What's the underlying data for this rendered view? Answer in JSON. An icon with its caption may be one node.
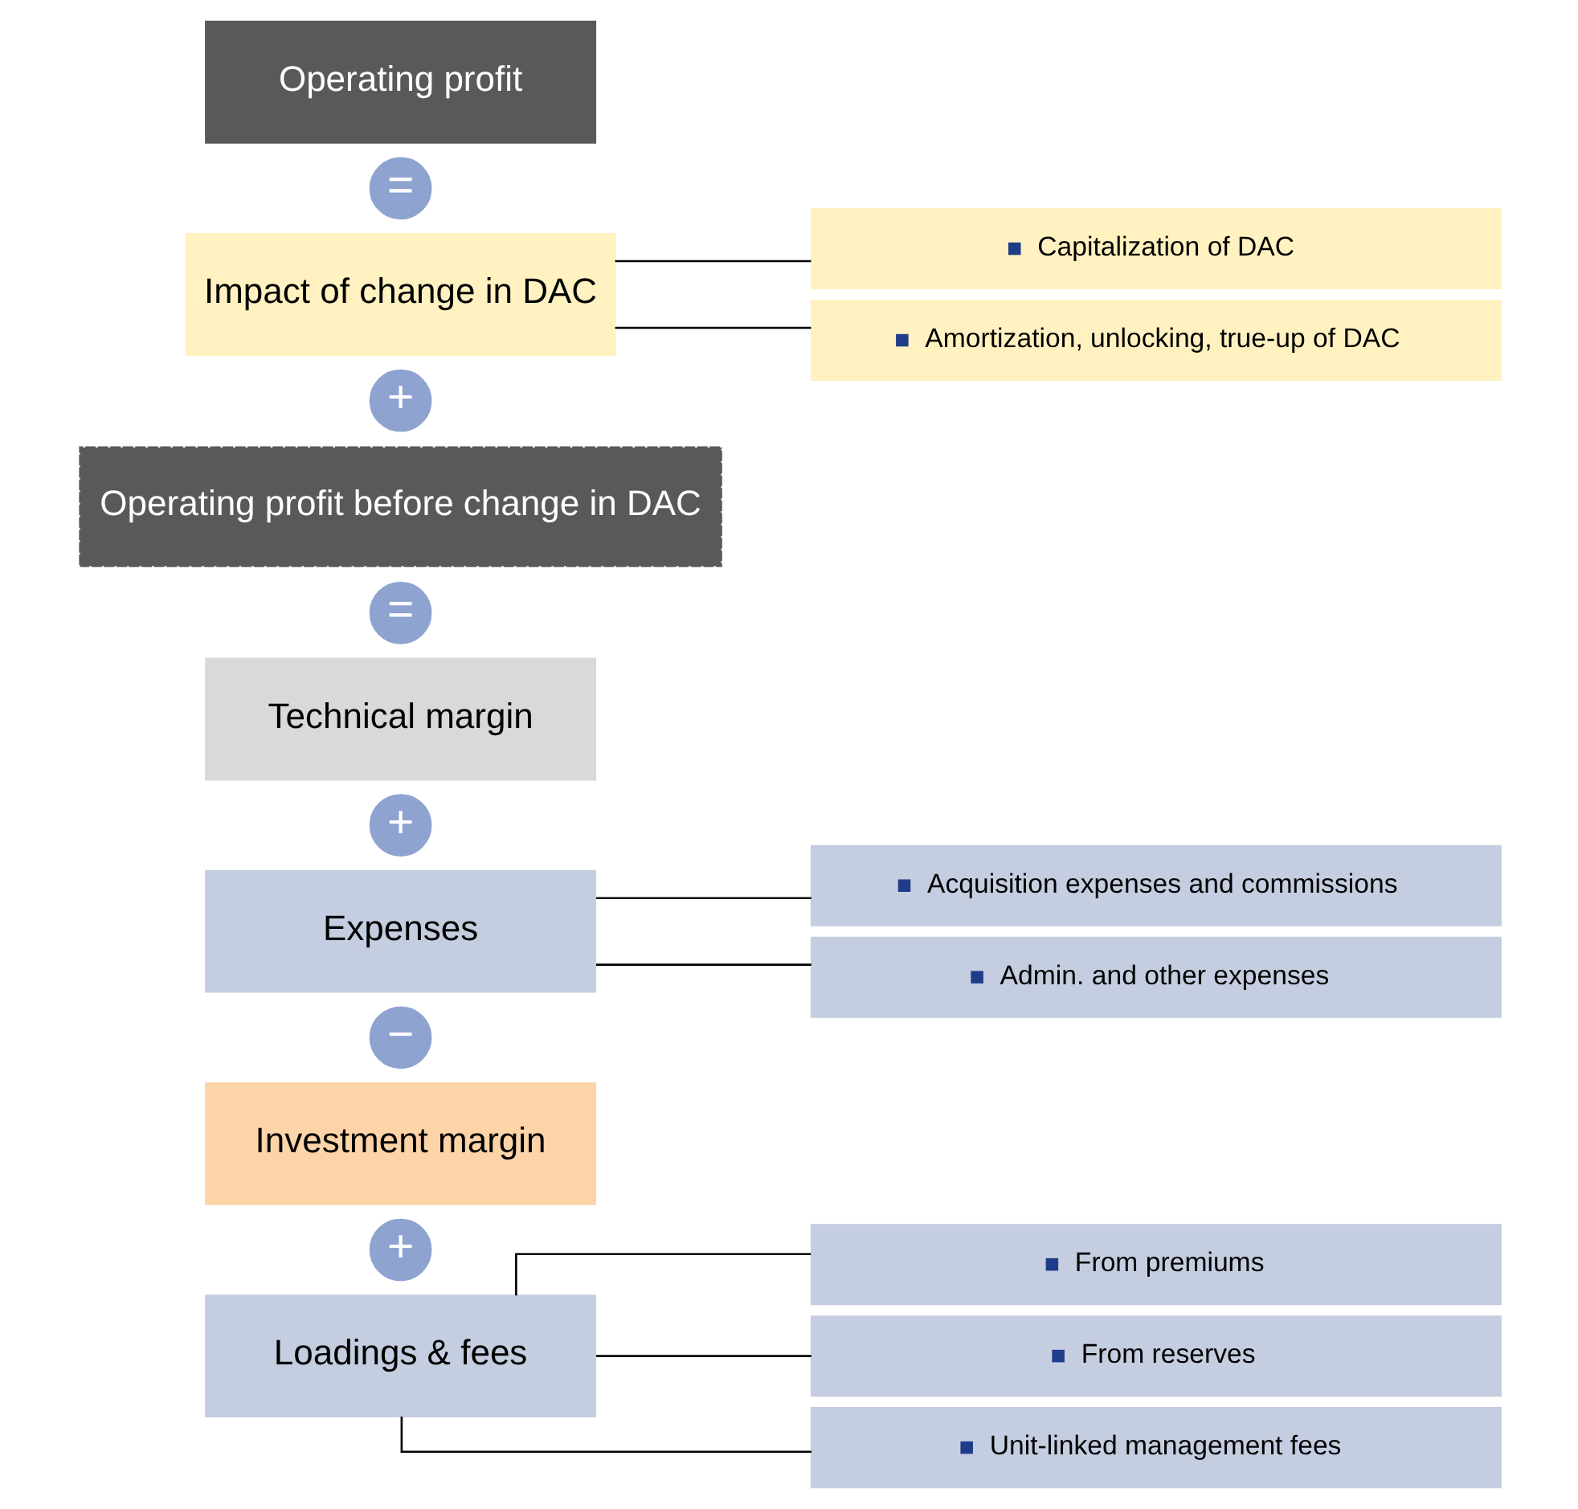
{
  "diagram": {
    "nodes": [
      {
        "text": [
          "Loadings & fees"
        ]
      },
      {
        "text": [
          "From premiums"
        ]
      },
      {
        "text": [
          "From reserves"
        ]
      },
      {
        "text": [
          "Unit-linked management fees"
        ]
      },
      {
        "text": [
          "+"
        ]
      },
      {
        "text": [
          "Investment margin"
        ]
      },
      {
        "text": [
          "−"
        ]
      },
      {
        "text": [
          "Expenses"
        ]
      },
      {
        "text": [
          "Acquisition expenses and commissions"
        ]
      },
      {
        "text": [
          "Admin. and other expenses"
        ]
      },
      {
        "text": [
          "+"
        ]
      },
      {
        "text": [
          "Technical margin"
        ]
      },
      {
        "text": [
          "="
        ]
      },
      {
        "text": [
          "Operating profit before change in DAC"
        ]
      },
      {
        "text": [
          "+"
        ]
      },
      {
        "text": [
          "Impact of change in DAC"
        ]
      },
      {
        "text": [
          "Capitalization of DAC"
        ]
      },
      {
        "text": [
          "Amortization, unlocking, true-up of DAC"
        ]
      },
      {
        "text": [
          "="
        ]
      },
      {
        "text": [
          "Operating profit"
        ]
      }
    ],
    "edges": [
      {
        "from": 0,
        "to": 1,
        "arrow": "none"
      },
      {
        "from": 0,
        "to": 2,
        "arrow": "none"
      },
      {
        "from": 0,
        "to": 3,
        "arrow": "none"
      },
      {
        "from": 7,
        "to": 8,
        "arrow": "none"
      },
      {
        "from": 7,
        "to": 9,
        "arrow": "none"
      },
      {
        "from": 15,
        "to": 16,
        "arrow": "none"
      },
      {
        "from": 15,
        "to": 17,
        "arrow": "none"
      }
    ]
  }
}
